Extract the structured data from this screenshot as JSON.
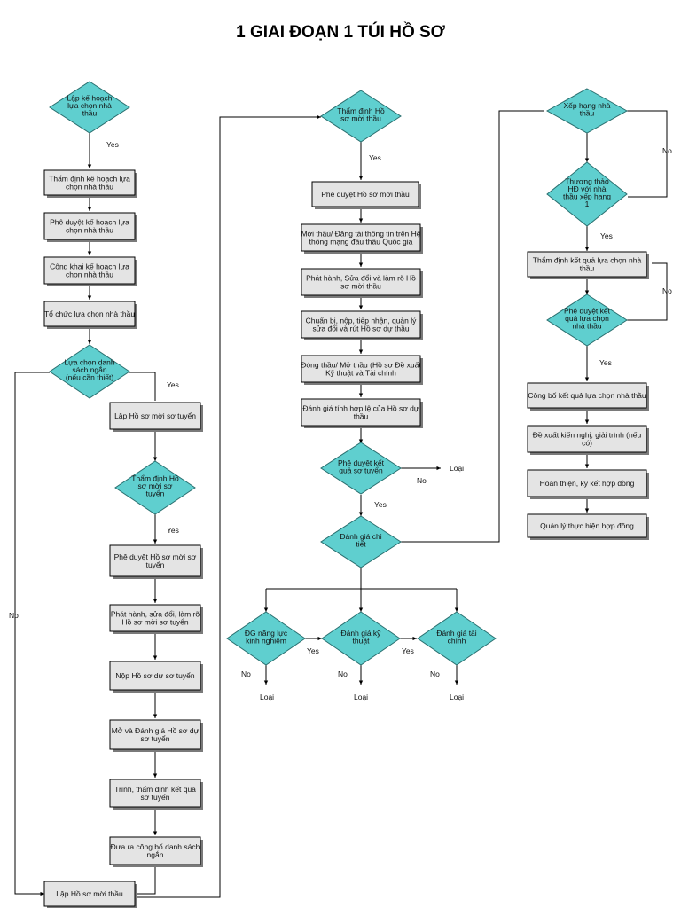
{
  "title": "1 GIAI ĐOẠN 1 TÚI HỒ SƠ",
  "nodes": {
    "d1": [
      "Lập kế hoạch",
      "lựa chọn nhà",
      "thầu"
    ],
    "b1": [
      "Thẩm định kế hoạch lựa",
      "chọn nhà thầu"
    ],
    "b2": [
      "Phê duyệt kế hoạch lựa",
      "chọn nhà thầu"
    ],
    "b3": [
      "Công khai kế hoạch lựa",
      "chọn nhà thầu"
    ],
    "b4": [
      "Tổ chức lựa chọn nhà thầu"
    ],
    "d2": [
      "Lựa chọn danh",
      "sách ngắn",
      "(nếu cần thiết)"
    ],
    "b5": [
      "Lập Hồ sơ mời sơ tuyển"
    ],
    "d3": [
      "Thẩm định Hồ",
      "sơ mời sơ",
      "tuyển"
    ],
    "b6": [
      "Phê duyệt Hồ sơ mời sơ",
      "tuyển"
    ],
    "b7": [
      "Phát hành, sửa đổi, làm rõ",
      "Hồ sơ mời sơ tuyển"
    ],
    "b8": [
      "Nộp Hồ sơ dự sơ tuyển"
    ],
    "b9": [
      "Mở và Đánh giá Hồ sơ dự",
      "sơ tuyển"
    ],
    "b10": [
      "Trình, thẩm định kết quả",
      "sơ tuyển"
    ],
    "b11": [
      "Đưa ra công bố danh sách",
      "ngắn"
    ],
    "b12": [
      "Lập Hồ sơ mời thầu"
    ],
    "d4": [
      "Thẩm định Hồ",
      "sơ mời thầu"
    ],
    "c1": [
      "Phê duyệt Hồ sơ mời thầu"
    ],
    "c2": [
      "Mời thầu/ Đăng tải thông tin trên Hệ",
      "thống mạng đấu thầu Quốc gia"
    ],
    "c3": [
      "Phát hành, Sửa đổi và làm rõ Hồ",
      "sơ mời thầu"
    ],
    "c4": [
      "Chuẩn bị, nộp, tiếp nhận, quản lý",
      "sửa đổi và rút Hồ sơ dự thầu"
    ],
    "c5": [
      "Đóng thầu/ Mở thầu (Hồ sơ Đề xuất",
      "Kỹ thuật và Tài chính"
    ],
    "c6": [
      "Đánh giá tính hợp lệ của Hồ sơ dự",
      "thầu"
    ],
    "d5": [
      "Phê duyệt kết",
      "quả sơ tuyển"
    ],
    "d6": [
      "Đánh giá chi",
      "tiết"
    ],
    "d7": [
      "ĐG năng lực",
      "kinh nghiệm"
    ],
    "d8": [
      "Đánh giá kỹ",
      "thuật"
    ],
    "d9": [
      "Đánh giá tài",
      "chính"
    ],
    "d10": [
      "Xếp hạng nhà",
      "thầu"
    ],
    "d11": [
      "Thương thảo",
      "HĐ với nhà",
      "thầu xếp hạng",
      "1"
    ],
    "e1": [
      "Thẩm định kết quả lựa chọn nhà",
      "thầu"
    ],
    "d12": [
      "Phê duyệt kết",
      "quả lựa chọn",
      "nhà thầu"
    ],
    "e2": [
      "Công bố kết quả lựa chọn nhà thầu"
    ],
    "e3": [
      "Đề xuất kiến nghị, giải trình (nếu",
      "có)"
    ],
    "e4": [
      "Hoàn thiện, ký kết hợp đồng"
    ],
    "e5": [
      "Quản lý thực hiện hợp đồng"
    ]
  },
  "labels": {
    "yes": "Yes",
    "no": "No",
    "reject": "Loại"
  }
}
